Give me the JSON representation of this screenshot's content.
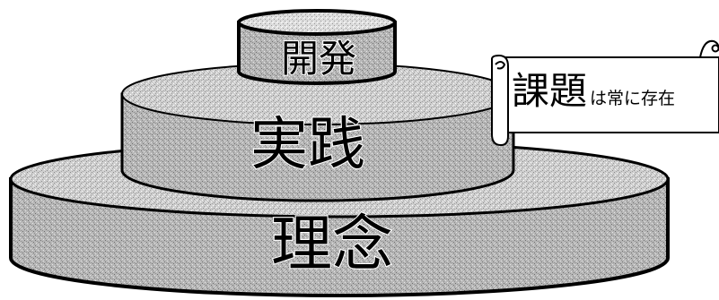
{
  "tiers": {
    "top": {
      "label": "開発"
    },
    "middle": {
      "label": "実践"
    },
    "bottom": {
      "label": "理念"
    }
  },
  "scroll": {
    "emphasis": "課題",
    "rest": "は常に存在"
  }
}
